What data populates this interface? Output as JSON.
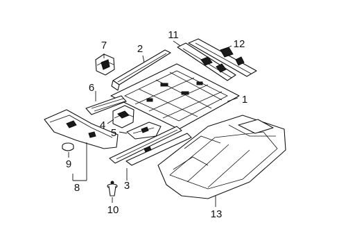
{
  "diagram": {
    "callouts": [
      {
        "id": "c1",
        "text": "1"
      },
      {
        "id": "c2",
        "text": "2"
      },
      {
        "id": "c3",
        "text": "3"
      },
      {
        "id": "c4",
        "text": "4"
      },
      {
        "id": "c5",
        "text": "5"
      },
      {
        "id": "c6",
        "text": "6"
      },
      {
        "id": "c7",
        "text": "7"
      },
      {
        "id": "c8",
        "text": "8"
      },
      {
        "id": "c9",
        "text": "9"
      },
      {
        "id": "c10",
        "text": "10"
      },
      {
        "id": "c11",
        "text": "11"
      },
      {
        "id": "c12",
        "text": "12"
      },
      {
        "id": "c13",
        "text": "13"
      }
    ]
  },
  "colors": {
    "line": "#111111",
    "background": "#ffffff"
  }
}
